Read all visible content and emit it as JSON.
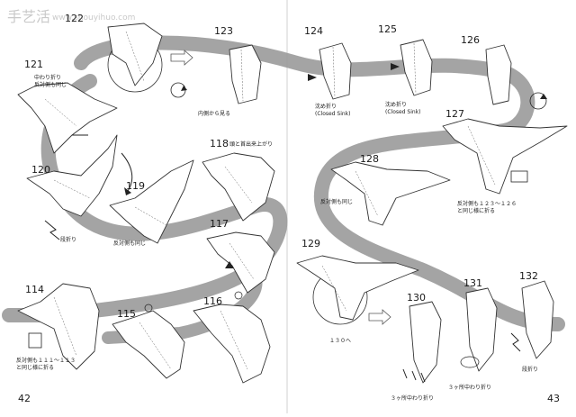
{
  "watermark": {
    "site_cn": "手艺活",
    "url": "www.shouyihuo.com"
  },
  "page_numbers": {
    "left": "42",
    "right": "43"
  },
  "steps": {
    "s121": "121",
    "s122": "122",
    "s123": "123",
    "s124": "124",
    "s125": "125",
    "s126": "126",
    "s127": "127",
    "s128": "128",
    "s129": "129",
    "s130": "130",
    "s131": "131",
    "s132": "132",
    "s120": "120",
    "s119": "119",
    "s118": "118",
    "s117": "117",
    "s114": "114",
    "s115": "115",
    "s116": "116"
  },
  "labels": {
    "l121_a": "中わり折り",
    "l121_b": "反対側も同じ",
    "l123": "内側から見る",
    "l124_a": "沈め折り",
    "l124_b": "(Closed Sink)",
    "l125_a": "沈め折り",
    "l125_b": "(Closed Sink)",
    "l127_a": "反対側も１２３～１２６",
    "l127_b": "と同じ様に折る",
    "l128": "反対側も同じ",
    "l129": "１３０へ",
    "l130": "３ヶ所中わり折り",
    "l131": "３ヶ所中わり折り",
    "l132": "段折り",
    "l118": "頭と首出来上がり",
    "l120": "段折り",
    "l119": "反対側も同じ",
    "l114_a": "反対側も１１１～１１３",
    "l114_b": "と同じ様に折る"
  },
  "colors": {
    "path_band": "#9a9a9a",
    "paper": "#ffffff",
    "ink": "#1a1a1a"
  }
}
